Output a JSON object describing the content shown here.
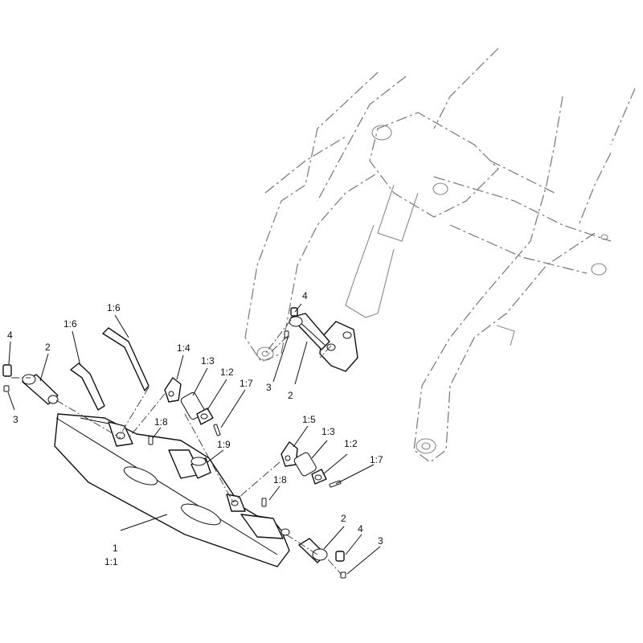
{
  "callouts": [
    {
      "id": "c1",
      "text": "1:6"
    },
    {
      "id": "c2",
      "text": "4"
    },
    {
      "id": "c3",
      "text": "2"
    },
    {
      "id": "c4",
      "text": "1:6"
    },
    {
      "id": "c5",
      "text": "1:4"
    },
    {
      "id": "c6",
      "text": "1:3"
    },
    {
      "id": "c7",
      "text": "1:2"
    },
    {
      "id": "c8",
      "text": "1:7"
    },
    {
      "id": "c9",
      "text": "3"
    },
    {
      "id": "c10",
      "text": "1:8"
    },
    {
      "id": "c11",
      "text": "1:9"
    },
    {
      "id": "c12",
      "text": "4"
    },
    {
      "id": "c13",
      "text": "3"
    },
    {
      "id": "c14",
      "text": "2"
    },
    {
      "id": "c15",
      "text": "1:5"
    },
    {
      "id": "c16",
      "text": "1:3"
    },
    {
      "id": "c17",
      "text": "1:2"
    },
    {
      "id": "c18",
      "text": "1:7"
    },
    {
      "id": "c19",
      "text": "1:8"
    },
    {
      "id": "c20",
      "text": "1"
    },
    {
      "id": "c21",
      "text": "1:1"
    },
    {
      "id": "c22",
      "text": "2"
    },
    {
      "id": "c23",
      "text": "4"
    },
    {
      "id": "c24",
      "text": "3"
    }
  ]
}
